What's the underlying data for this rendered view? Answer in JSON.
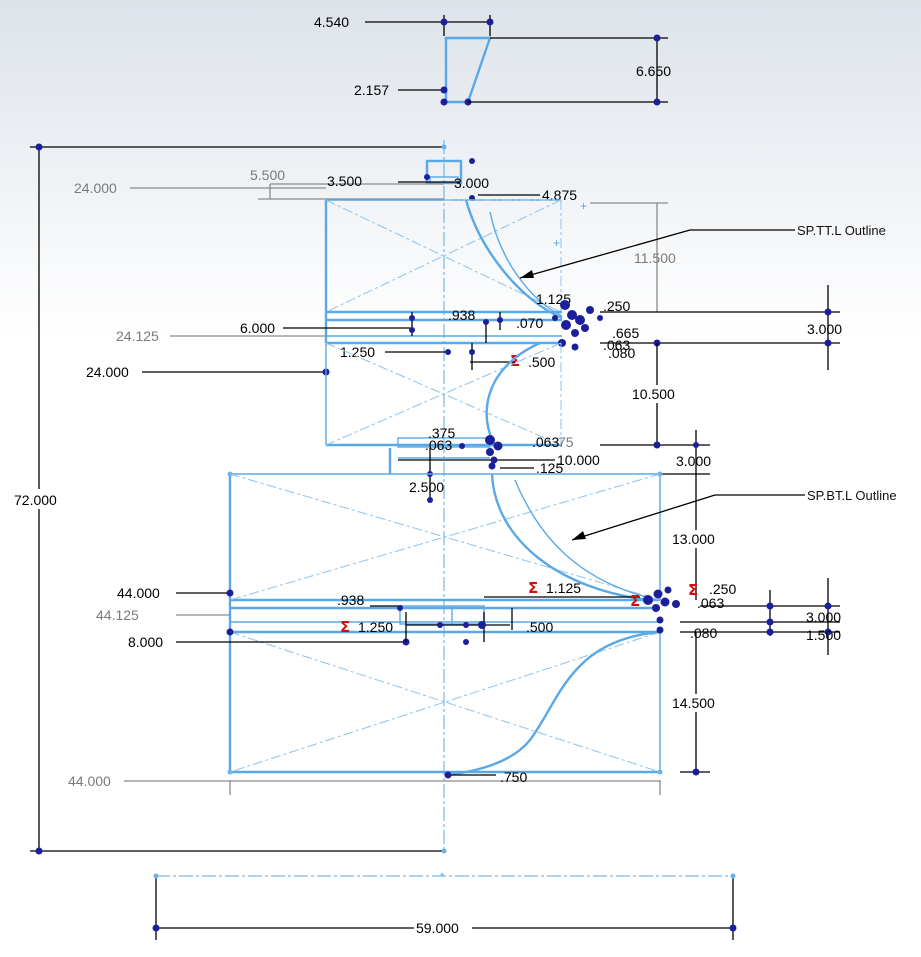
{
  "dimensions": {
    "top_width": "4.540",
    "top_bottom_width": "2.157",
    "top_height": "6.650",
    "overall_height": "72.000",
    "overall_width": "59.000",
    "upper_ref_width": "24.000",
    "upper_ref_offset": "5.500",
    "cap_width": "3.500",
    "cap_height": "3.000",
    "cap_offset": "4.875",
    "upper_ref_height": "11.500",
    "upper_ring_width": "6.000",
    "upper_ring_ref": "24.125",
    "upper_ring_gap": "1.250",
    "upper_body_width": "24.000",
    "upper_small_a": ".938",
    "upper_small_b": ".070",
    "upper_small_c": "1.125",
    "upper_small_d": ".250",
    "upper_small_e": ".665",
    "upper_small_f": ".500",
    "upper_small_g": ".080",
    "upper_small_h": ".063",
    "upper_ring_height": "3.000",
    "upper_body_height": "10.500",
    "neck_a": ".375",
    "neck_b": ".063",
    "neck_c": ".063",
    "neck_d": ".125",
    "neck_width": "10.000",
    "neck_gap": "2.500",
    "neck_height": "3.000",
    "lower_upper_height": "13.000",
    "lower_width": "44.000",
    "lower_ring_ref": "44.125",
    "lower_small_a": ".938",
    "lower_small_b": "1.125",
    "lower_small_c": ".250",
    "lower_small_d": "1.250",
    "lower_small_e": ".500",
    "lower_small_f": ".063",
    "lower_small_g": ".080",
    "lower_ring_height": "3.000",
    "lower_ring_height2": "1.500",
    "lower_ring_width": "8.000",
    "lower_body_height": "14.500",
    "lower_bottom_ref": "44.000",
    "lower_foot": ".750"
  },
  "annotations": {
    "upper_outline": "SP.TT.L Outline",
    "lower_outline": "SP.BT.L Outline"
  },
  "colors": {
    "geometry": "#5aa8e6",
    "dimension": "#000000",
    "reference_dimension": "#7a7a7a",
    "point": "#1b1f9a",
    "relation": "#d01010"
  }
}
